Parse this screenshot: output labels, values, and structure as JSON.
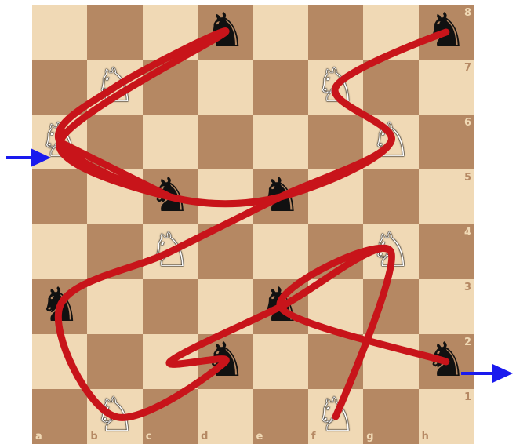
{
  "board": {
    "files": [
      "a",
      "b",
      "c",
      "d",
      "e",
      "f",
      "g",
      "h"
    ],
    "ranks": [
      "8",
      "7",
      "6",
      "5",
      "4",
      "3",
      "2",
      "1"
    ],
    "orientation": "white-bottom",
    "light_color": "#f0d9b5",
    "dark_color": "#b58863"
  },
  "pieces": [
    {
      "square": "d8",
      "color": "black",
      "type": "knight",
      "glyph": "♞"
    },
    {
      "square": "h8",
      "color": "black",
      "type": "knight",
      "glyph": "♞"
    },
    {
      "square": "b7",
      "color": "white",
      "type": "knight",
      "glyph": "♘"
    },
    {
      "square": "f7",
      "color": "white",
      "type": "knight",
      "glyph": "♘"
    },
    {
      "square": "a6",
      "color": "white",
      "type": "knight",
      "glyph": "♘"
    },
    {
      "square": "g6",
      "color": "white",
      "type": "knight",
      "glyph": "♘"
    },
    {
      "square": "c5",
      "color": "black",
      "type": "knight",
      "glyph": "♞"
    },
    {
      "square": "e5",
      "color": "black",
      "type": "knight",
      "glyph": "♞"
    },
    {
      "square": "c4",
      "color": "white",
      "type": "knight",
      "glyph": "♘"
    },
    {
      "square": "g4",
      "color": "white",
      "type": "knight",
      "glyph": "♘"
    },
    {
      "square": "a3",
      "color": "black",
      "type": "knight",
      "glyph": "♞"
    },
    {
      "square": "e3",
      "color": "black",
      "type": "knight",
      "glyph": "♞"
    },
    {
      "square": "d2",
      "color": "black",
      "type": "knight",
      "glyph": "♞"
    },
    {
      "square": "h2",
      "color": "black",
      "type": "knight",
      "glyph": "♞"
    },
    {
      "square": "b1",
      "color": "white",
      "type": "knight",
      "glyph": "♘"
    },
    {
      "square": "f1",
      "color": "white",
      "type": "knight",
      "glyph": "♘"
    }
  ],
  "path": {
    "color": "#c8141a",
    "squares": [
      "a6",
      "c5",
      "a6",
      "d8",
      "b7",
      "a6",
      "c5",
      "e5",
      "g6",
      "f7",
      "h8",
      "f7",
      "g6",
      "e5",
      "c4",
      "a3",
      "b1",
      "d2",
      "c2",
      "e3",
      "g4",
      "f1",
      "g4",
      "e3",
      "h2"
    ]
  },
  "arrows": {
    "color": "#1a1aee",
    "entry_square": "a6",
    "exit_square": "h2"
  }
}
